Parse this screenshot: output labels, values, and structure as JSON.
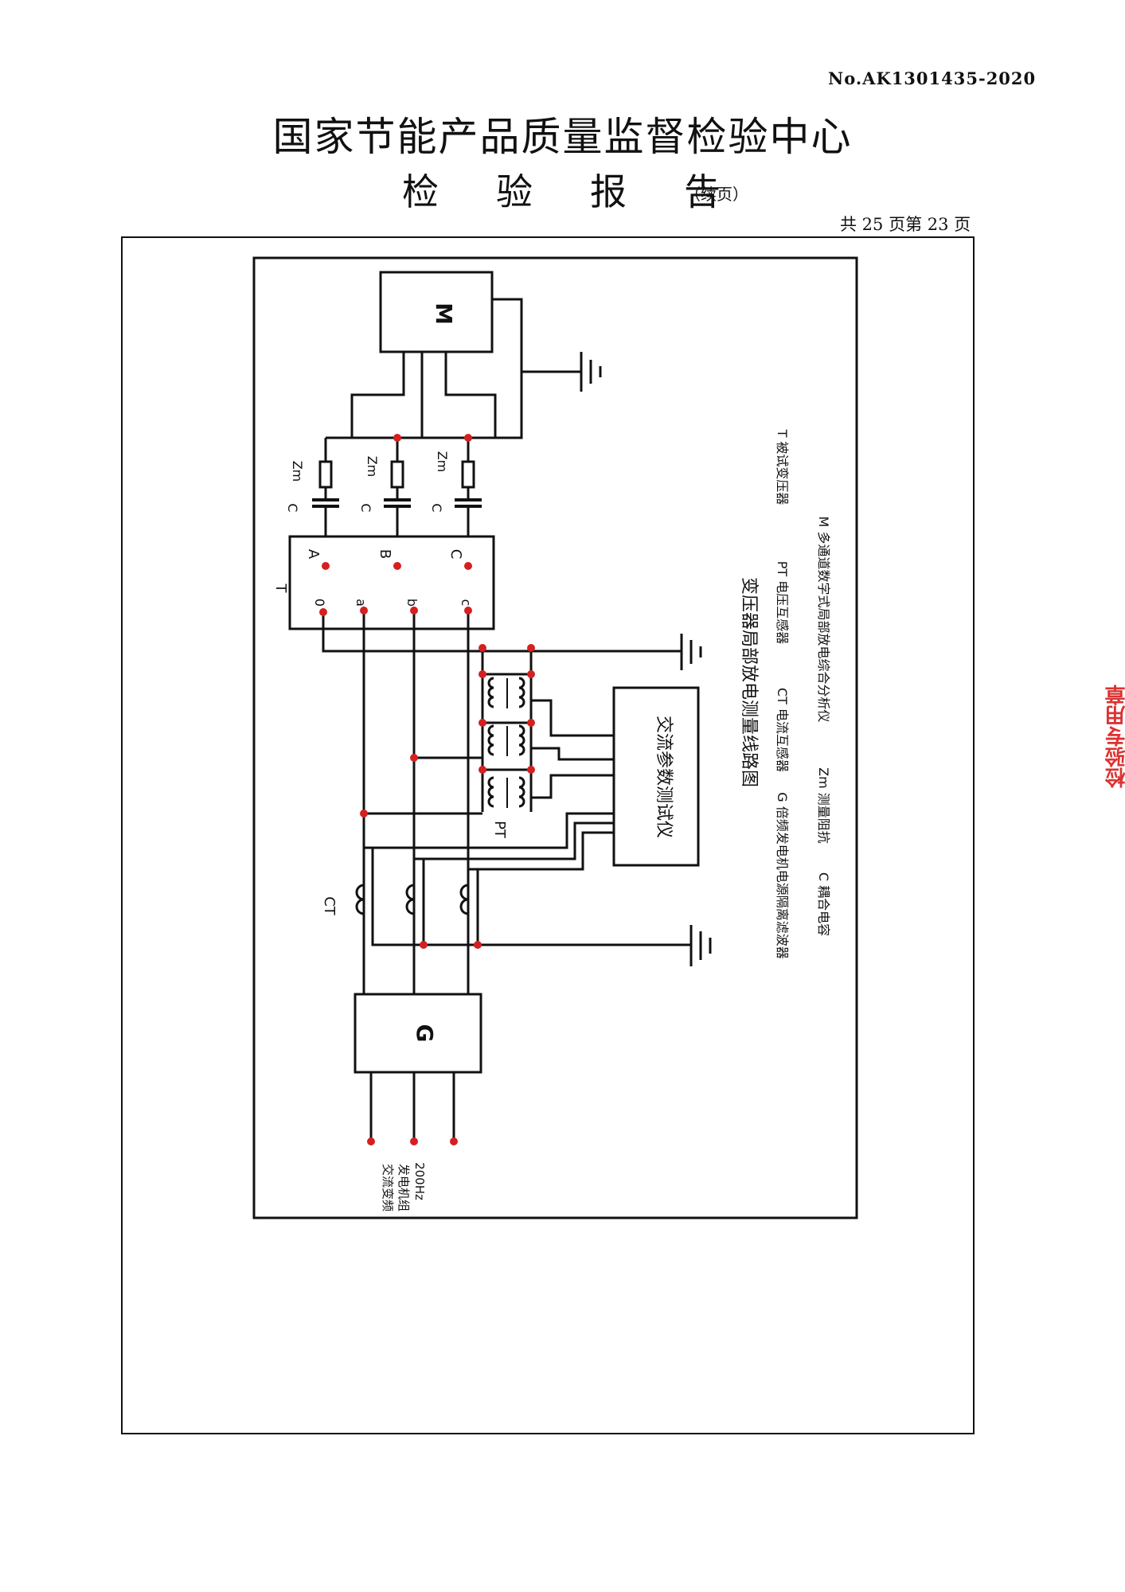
{
  "header": {
    "report_no": "No.AK1301435-2020",
    "org_title": "国家节能产品质量监督检验中心",
    "report_title_chars": [
      "检",
      "验",
      "报",
      "告"
    ],
    "continued": "（续页）",
    "page_info": "共 25 页第 23 页"
  },
  "diagram": {
    "title": "变压器局部放电测量线路图",
    "motor_label": "M",
    "generator_label": "G",
    "transformer_label": "T",
    "terminals_hv": [
      "A",
      "B",
      "C"
    ],
    "terminals_lv": [
      "0",
      "a",
      "b",
      "c"
    ],
    "cap_label": "C",
    "zm_label": "Zm",
    "ct_label": "CT",
    "pt_label": "PT",
    "instrument_label": "交流参数测试仪",
    "source_label_lines": [
      "交流变频",
      "发电机组",
      "200Hz"
    ],
    "legend": [
      [
        "G 倍频发电机电源隔离滤波器",
        "CT 电流互感器",
        "PT 电压互感器",
        "T 被试变压器"
      ],
      [
        "C 耦合电容",
        "Zm 测量阻抗",
        "M 多通道数字式局部放电综合分析仪"
      ]
    ]
  },
  "stamp_text": "检验专用章",
  "colors": {
    "line": "#111111",
    "dot": "#d42020",
    "stamp": "#d81c1c"
  }
}
